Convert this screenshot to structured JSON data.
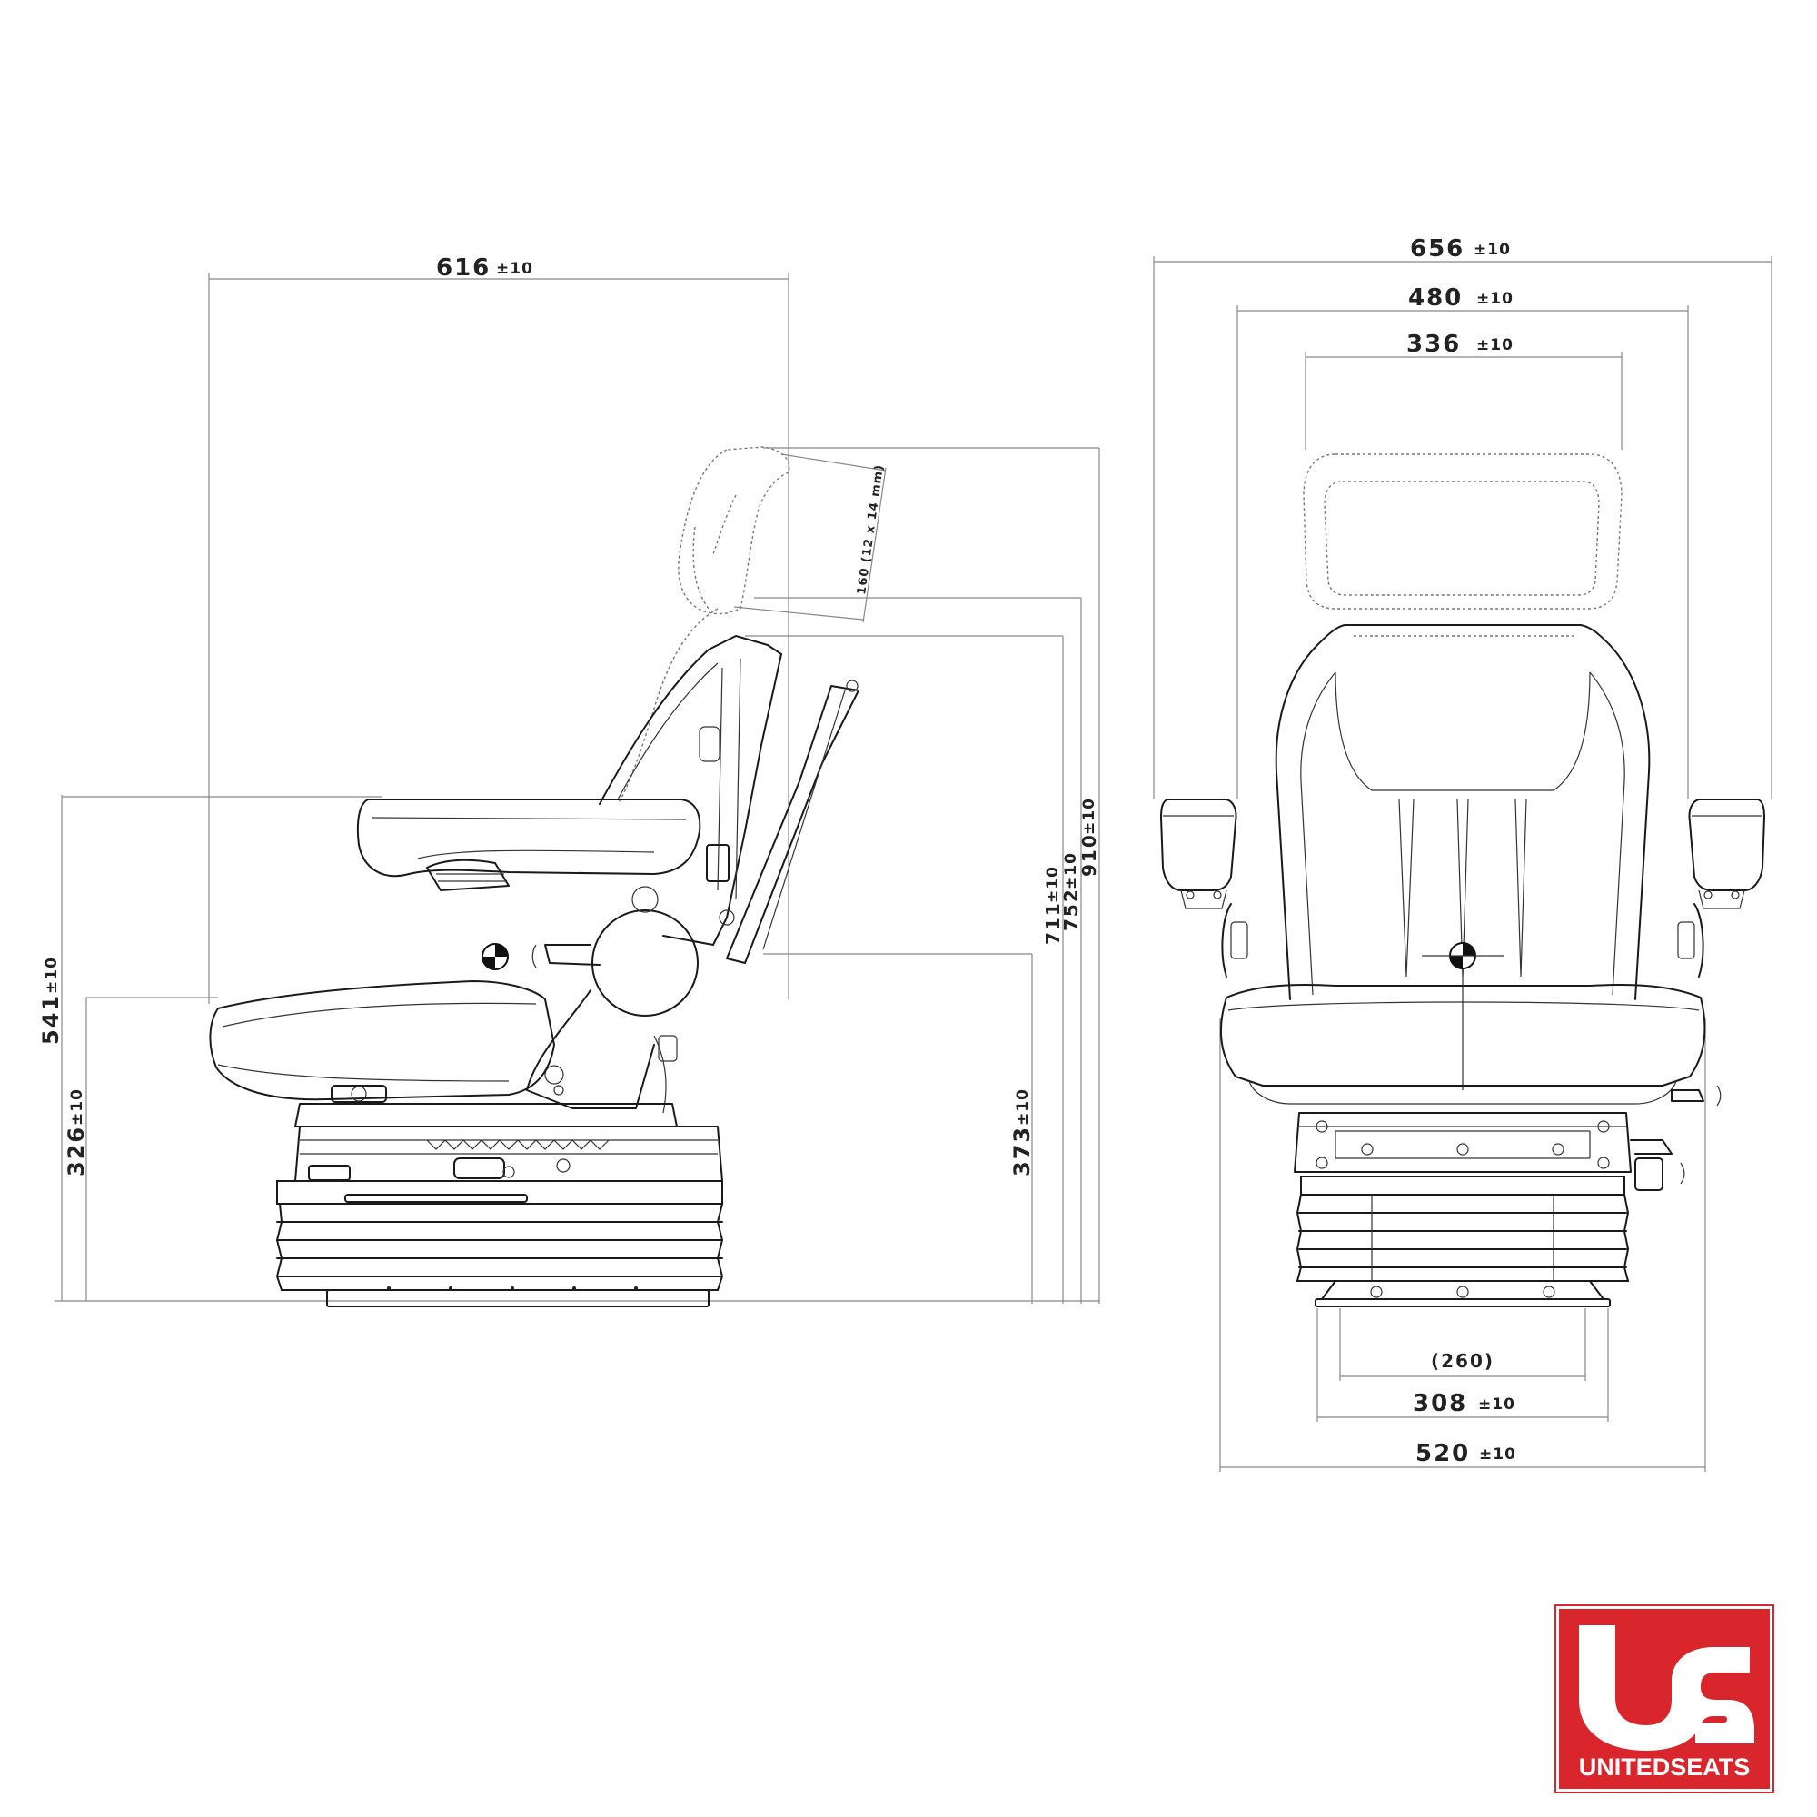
{
  "dimensions": {
    "side_length": {
      "value": "616",
      "tol": "±10"
    },
    "armrest_height": {
      "value": "541",
      "tol": "±10"
    },
    "seat_height": {
      "value": "326",
      "tol": "±10"
    },
    "suspension_height": {
      "value": "373",
      "tol": "±10"
    },
    "backrest_711": {
      "value": "711",
      "tol": "±10"
    },
    "backrest_752": {
      "value": "752",
      "tol": "±10"
    },
    "headrest_910": {
      "value": "910",
      "tol": "±10"
    },
    "headrest_adjust": {
      "value": "160 (12 x 14 mm)"
    },
    "overall_width": {
      "value": "656",
      "tol": "±10"
    },
    "armrest_width": {
      "value": "480",
      "tol": "±10"
    },
    "backrest_width": {
      "value": "336",
      "tol": "±10"
    },
    "mount_spacing": {
      "value": "(260)"
    },
    "base_width": {
      "value": "308",
      "tol": "±10"
    },
    "cushion_width": {
      "value": "520",
      "tol": "±10"
    }
  },
  "logo": {
    "text": "UNITEDSEATS",
    "color": "#d8262c"
  }
}
